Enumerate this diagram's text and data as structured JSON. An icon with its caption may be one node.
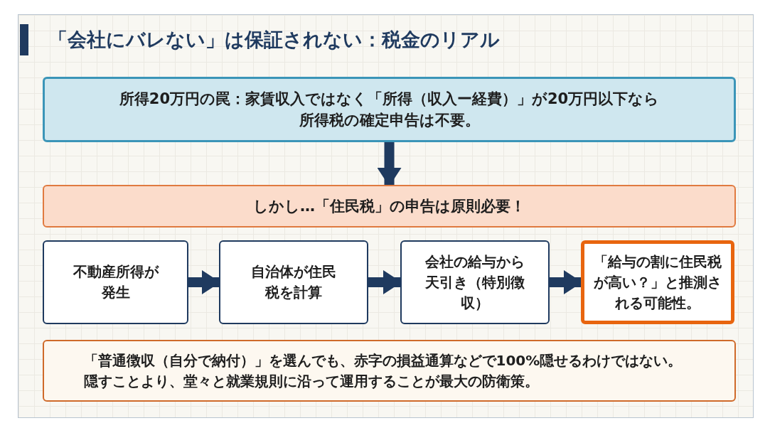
{
  "diagram": {
    "title": "「会社にバレない」は保証されない：税金のリアル",
    "nodes": [
      {
        "text": [
          "所得20万円の罠：家賃収入ではなく「所得（収入ー経費）」が20万円以下なら所得税の確定申告は不要。"
        ]
      },
      {
        "text": [
          "しかし…「住民税」の申告は原則必要！"
        ]
      },
      {
        "text": [
          "不動産所得が発生"
        ]
      },
      {
        "text": [
          "自治体が住民税を計算"
        ]
      },
      {
        "text": [
          "会社の給与から天引き（特別徴収）"
        ]
      },
      {
        "text": [
          "「給与の割に住民税が高い？」と推測される可能性。"
        ]
      },
      {
        "text": [
          "「普通徴収（自分で納付）」を選んでも、赤字の損益通算などで100%隠せるわけではない。隠すことより、堂々と就業規則に沿って運用することが最大の防衛策。"
        ]
      }
    ],
    "edges": [
      {
        "from": 0,
        "to": 1,
        "arrow": "to"
      },
      {
        "from": 2,
        "to": 3,
        "arrow": "to"
      },
      {
        "from": 3,
        "to": 4,
        "arrow": "to"
      },
      {
        "from": 4,
        "to": 5,
        "arrow": "to"
      }
    ]
  }
}
